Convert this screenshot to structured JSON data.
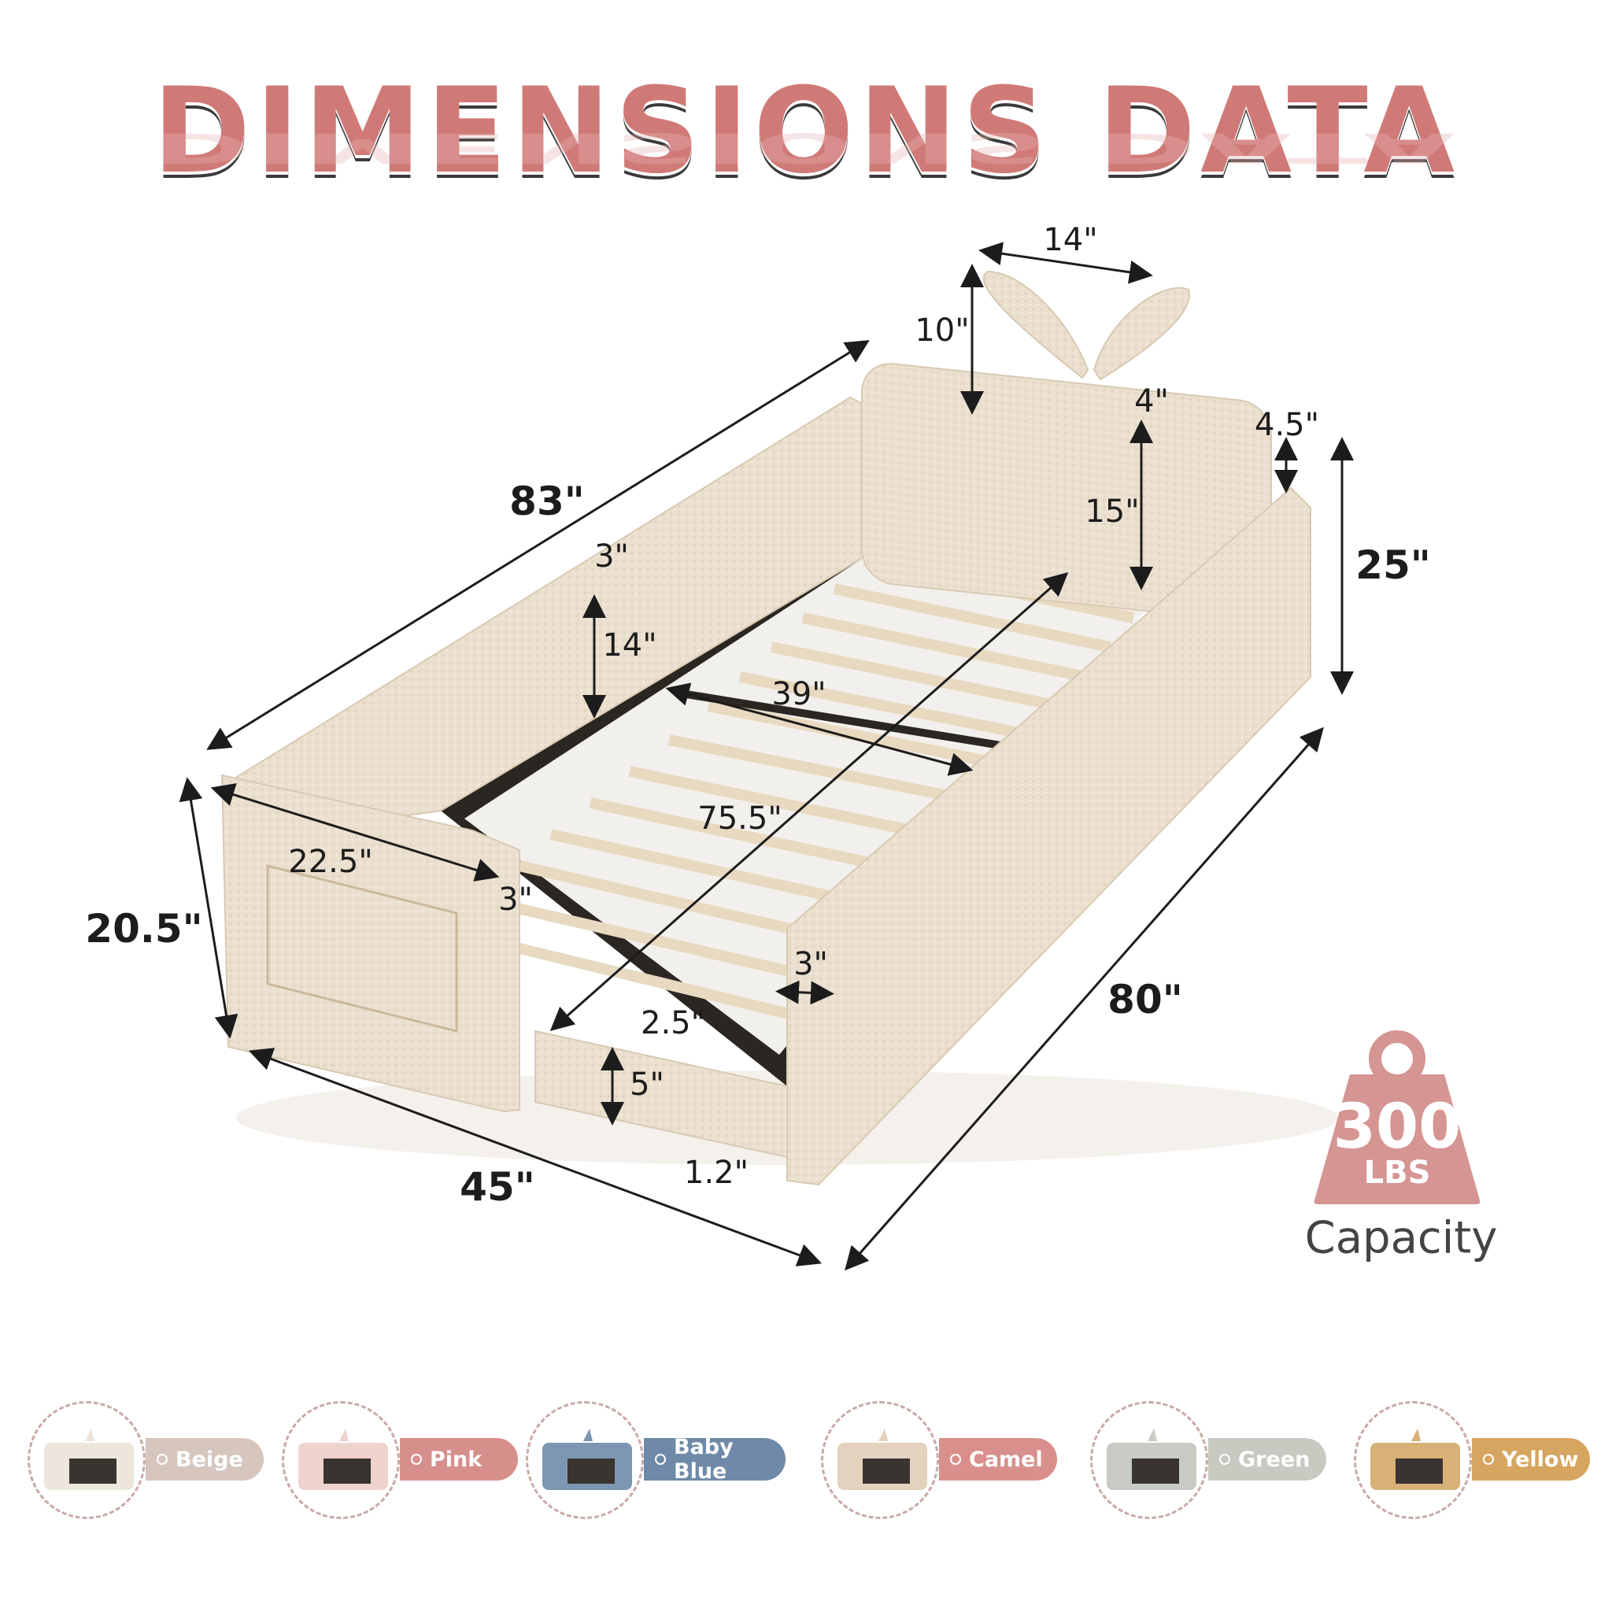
{
  "title": "DIMENSIONS DATA",
  "dimensions": {
    "overall_length": "83\"",
    "ear_width": "14\"",
    "ear_height": "10\"",
    "ear_thickness": "4\"",
    "headboard_inner_height": "15\"",
    "top_offset": "4.5\"",
    "overall_height": "25\"",
    "side_rail_thickness": "3\"",
    "side_rail_height": "14\"",
    "inner_width": "39\"",
    "inner_length": "75.5\"",
    "footboard_width": "22.5\"",
    "footboard_thickness": "3\"",
    "footboard_height": "20.5\"",
    "front_rail_thickness": "3\"",
    "overall_side_length": "80\"",
    "clearance": "2.5\"",
    "slat_height": "5\"",
    "overall_width": "45\"",
    "leg_height": "1.2\""
  },
  "weight": {
    "value": "300",
    "unit": "LBS",
    "label": "Capacity"
  },
  "colors": [
    {
      "label": "Beige",
      "pill": "#d6c6bd",
      "bed": "#ece6dd"
    },
    {
      "label": "Pink",
      "pill": "#d78f8c",
      "bed": "#efd3cd"
    },
    {
      "label": "Baby Blue",
      "pill": "#6f8aa8",
      "bed": "#7d97b3"
    },
    {
      "label": "Camel",
      "pill": "#d9908c",
      "bed": "#e3d2bd"
    },
    {
      "label": "Green",
      "pill": "#c8c9c1",
      "bed": "#c7cbc4"
    },
    {
      "label": "Yellow",
      "pill": "#d6a55f",
      "bed": "#d8b176"
    }
  ]
}
